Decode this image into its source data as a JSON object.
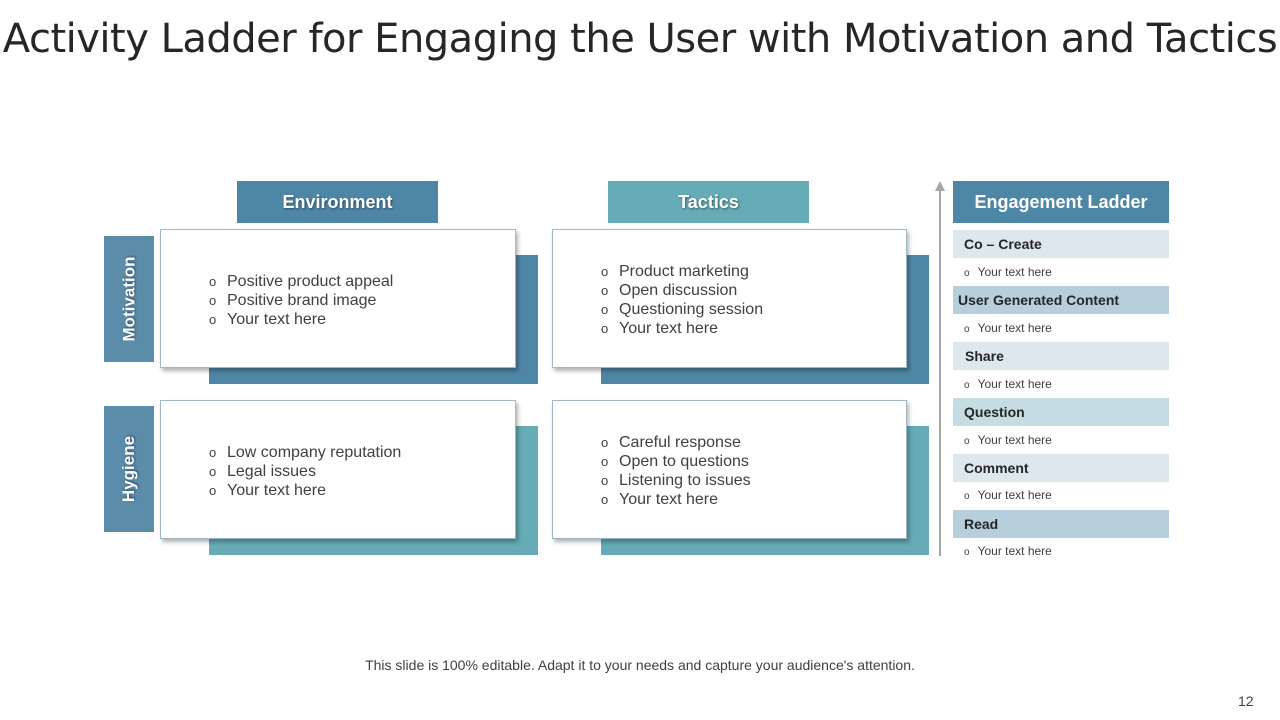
{
  "slide": {
    "title": "Activity Ladder for Engaging the User with Motivation and Tactics",
    "footer": "This slide is 100% editable. Adapt it to your needs and capture your audience's attention.",
    "page_number": "12"
  },
  "colors": {
    "steel_blue": "#4E86A5",
    "teal": "#66ABB5",
    "row_head": "#5B8DAA",
    "step_light": "#DDE8EE",
    "step_mid": "#B7CFDC",
    "step_teal": "#C4DCE2"
  },
  "matrix": {
    "columns": [
      "Environment",
      "Tactics"
    ],
    "rows": [
      "Motivation",
      "Hygiene"
    ],
    "cells": {
      "motivation_environment": [
        "Positive product appeal",
        "Positive brand image",
        "Your text here"
      ],
      "motivation_tactics": [
        "Product marketing",
        "Open discussion",
        "Questioning session",
        "Your text here"
      ],
      "hygiene_environment": [
        "Low company reputation",
        "Legal issues",
        "Your text here"
      ],
      "hygiene_tactics": [
        "Careful response",
        "Open to questions",
        "Listening to issues",
        "Your text here"
      ]
    }
  },
  "ladder": {
    "title": "Engagement Ladder",
    "steps": [
      {
        "label": "Co – Create",
        "text": "Your text here"
      },
      {
        "label": "User Generated Content",
        "text": "Your text here"
      },
      {
        "label": "Share",
        "text": "Your text here"
      },
      {
        "label": "Question",
        "text": "Your text here"
      },
      {
        "label": "Comment",
        "text": "Your text here"
      },
      {
        "label": "Read",
        "text": "Your text here"
      }
    ]
  }
}
